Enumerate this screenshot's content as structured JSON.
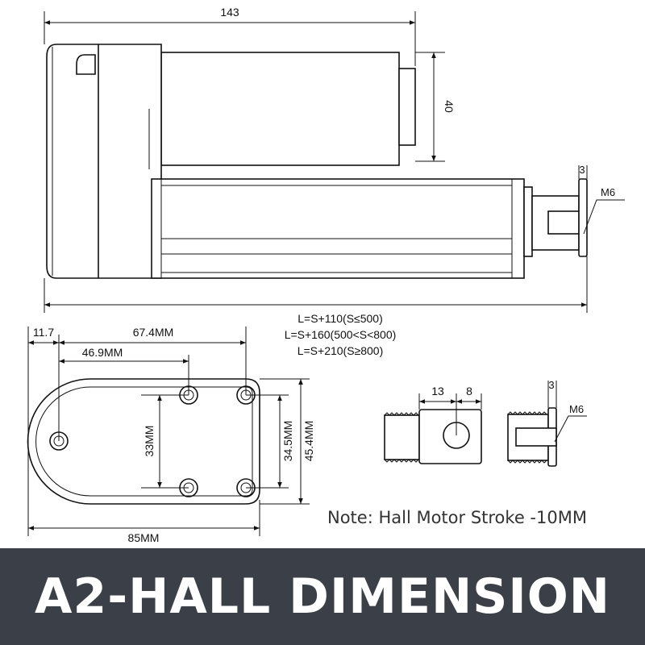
{
  "top_view": {
    "length_label": "143",
    "height_label": "40",
    "plate_thickness_label": "3",
    "thread_label": "M6",
    "formula": [
      "L=S+110(S≤500)",
      "L=S+160(500<S<800)",
      "L=S+210(S≥800)"
    ]
  },
  "bracket_view": {
    "offset_label": "11.7",
    "hole_span_label": "67.4MM",
    "inner_span_label": "46.9MM",
    "hole_spacing_label": "33MM",
    "outer_hole_spacing_label": "34.5MM",
    "height_label": "45.4MM",
    "width_label": "85MM"
  },
  "rod_end_view": {
    "width_a_label": "13",
    "width_b_label": "8",
    "thickness_label": "3",
    "thread_label": "M6"
  },
  "note": "Note: Hall Motor Stroke -10MM",
  "banner": {
    "title": "A2-HALL DIMENSION",
    "background": "#3b4048"
  }
}
